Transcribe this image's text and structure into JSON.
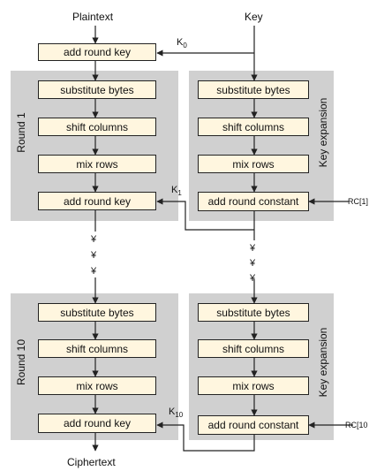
{
  "inputs": {
    "plaintext": "Plaintext",
    "key": "Key",
    "ciphertext": "Ciphertext"
  },
  "initial": {
    "add_round_key": "add round key",
    "k0": "K0"
  },
  "round1": {
    "label": "Round 1",
    "substitute_bytes": "substitute bytes",
    "shift_columns": "shift columns",
    "mix_rows": "mix rows",
    "add_round_key": "add round key",
    "k1": "K1"
  },
  "keyexp1": {
    "label": "Key expansion",
    "substitute_bytes": "substitute bytes",
    "shift_columns": "shift columns",
    "mix_rows": "mix rows",
    "add_round_constant": "add round constant",
    "rc": "RC[1]"
  },
  "ellipsis": "¥",
  "round10": {
    "label": "Round 10",
    "substitute_bytes": "substitute bytes",
    "shift_columns": "shift columns",
    "mix_rows": "mix rows",
    "add_round_key": "add round key",
    "k10": "K10"
  },
  "keyexp10": {
    "label": "Key expansion",
    "substitute_bytes": "substitute bytes",
    "shift_columns": "shift columns",
    "mix_rows": "mix rows",
    "add_round_constant": "add round constant",
    "rc": "RC[10"
  },
  "colors": {
    "panel": "#d0d0d0",
    "box": "#fff6df",
    "line": "#222222"
  }
}
